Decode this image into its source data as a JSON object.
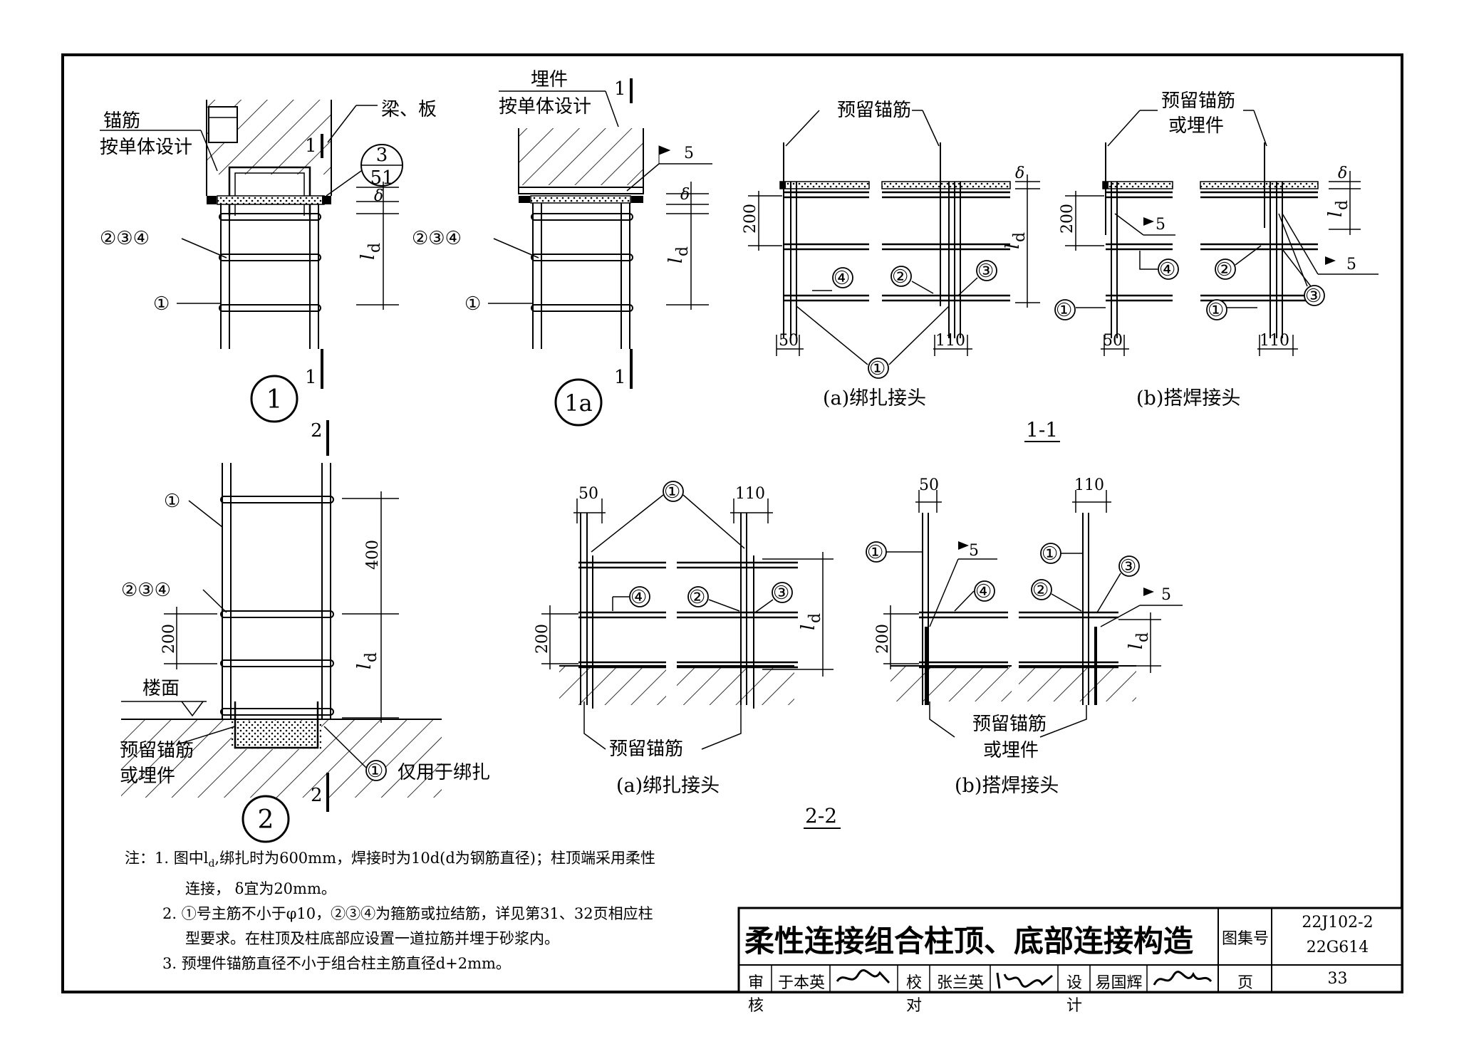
{
  "drawing": {
    "detail1": {
      "anchor_label_1": "锚筋",
      "anchor_label_2": "按单体设计",
      "beam_label": "梁、板",
      "ref_top": "3",
      "ref_bottom": "51",
      "delta": "δ",
      "ld": "l",
      "ld_sub": "d",
      "rebar_234": "②③④",
      "rebar_1": "①",
      "section_mark": "1",
      "detail_number": "1"
    },
    "detail1a": {
      "embed_label_1": "埋件",
      "embed_label_2": "按单体设计",
      "weld_size": "5",
      "delta": "δ",
      "rebar_234": "②③④",
      "rebar_1": "①",
      "section_mark": "1",
      "detail_number": "1a"
    },
    "section1_1": {
      "a_label": "预留锚筋",
      "b_label_1": "预留锚筋",
      "b_label_2": "或埋件",
      "dim_200": "200",
      "dim_50": "50",
      "dim_110": "110",
      "weld_size": "5",
      "rebar_1": "①",
      "rebar_2": "②",
      "rebar_3": "③",
      "rebar_4": "④",
      "caption_a": "(a)绑扎接头",
      "caption_b": "(b)搭焊接头",
      "title": "1-1"
    },
    "detail2": {
      "rebar_1": "①",
      "rebar_234": "②③④",
      "dim_400": "400",
      "dim_200": "200",
      "floor_label": "楼面",
      "anchor_label_1": "预留锚筋",
      "anchor_label_2": "或埋件",
      "tie_only": "仅用于绑扎",
      "section_mark": "2",
      "detail_number": "2"
    },
    "section2_2": {
      "a_label": "预留锚筋",
      "b_label_1": "预留锚筋",
      "b_label_2": "或埋件",
      "dim_50": "50",
      "dim_110": "110",
      "dim_200": "200",
      "weld_size": "5",
      "rebar_1": "①",
      "rebar_2": "②",
      "rebar_3": "③",
      "rebar_4": "④",
      "caption_a": "(a)绑扎接头",
      "caption_b": "(b)搭焊接头",
      "title": "2-2"
    }
  },
  "notes": {
    "prefix": "注：",
    "n1_a": "1.  图中l",
    "n1_sub": "d",
    "n1_b": ",绑扎时为600mm，焊接时为10d(d为钢筋直径)；柱顶端采用柔性",
    "n1_c": "连接，  δ宜为20mm。",
    "n2_a": "2.  ①号主筋不小于φ10，②③④为箍筋或拉结筋，详见第31、32页相应柱",
    "n2_b": "型要求。在柱顶及柱底部应设置一道拉筋并埋于砂浆内。",
    "n3": "3.  预埋件锚筋直径不小于组合柱主筋直径d+2mm。"
  },
  "title_block": {
    "title": "柔性连接组合柱顶、底部连接构造",
    "atlas_label": "图集号",
    "atlas_no_1": "22J102-2",
    "atlas_no_2": "22G614",
    "review_label": "审核",
    "reviewer": "于本英",
    "check_label": "校对",
    "checker": "张兰英",
    "design_label": "设计",
    "designer": "易国辉",
    "page_label": "页",
    "page_no": "33"
  }
}
